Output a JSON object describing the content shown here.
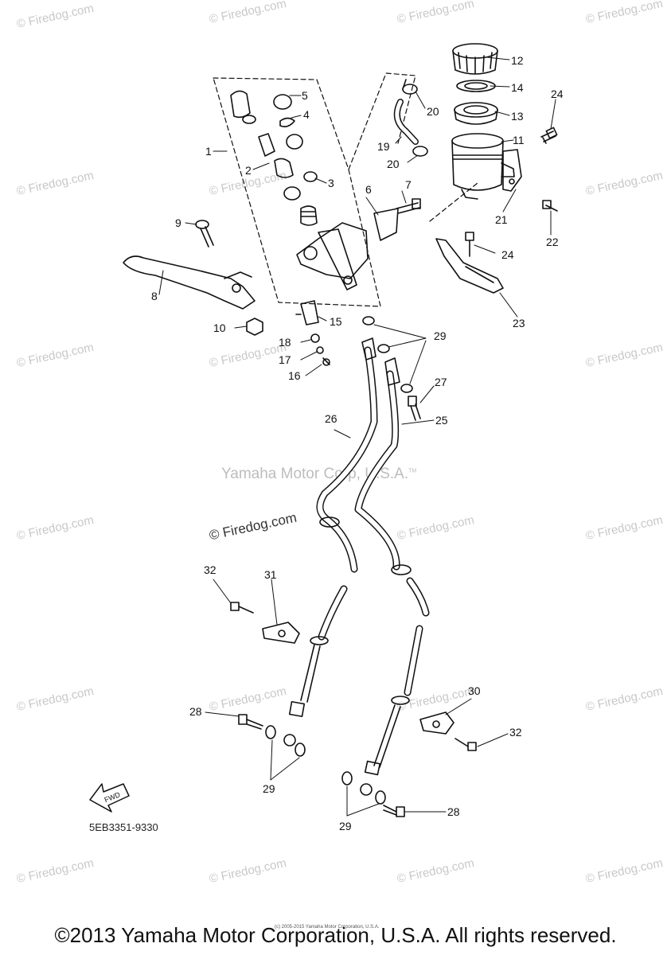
{
  "watermark": "© Firedog.com",
  "watermark_center": "© Firedog.com",
  "corp_text": "Yamaha Motor Corp, U.S.A.",
  "tm": "TM",
  "part_code": "5EB3351-9330",
  "fwd_label": "FWD",
  "tiny_copyright": "(c) 2005-2015 Yamaha Motor Corporation, U.S.A.",
  "footer": "©2013 Yamaha Motor Corporation, U.S.A. All rights reserved.",
  "callouts": {
    "c1": "1",
    "c2": "2",
    "c3": "3",
    "c4": "4",
    "c5": "5",
    "c6": "6",
    "c7": "7",
    "c8": "8",
    "c9": "9",
    "c10": "10",
    "c11": "11",
    "c12": "12",
    "c13": "13",
    "c14": "14",
    "c15": "15",
    "c16": "16",
    "c17": "17",
    "c18": "18",
    "c19": "19",
    "c20a": "20",
    "c20b": "20",
    "c21": "21",
    "c22": "22",
    "c23": "23",
    "c24a": "24",
    "c24b": "24",
    "c25": "25",
    "c26": "26",
    "c27": "27",
    "c28a": "28",
    "c28b": "28",
    "c29a": "29",
    "c29b": "29",
    "c29c": "29",
    "c30": "30",
    "c31": "31",
    "c32a": "32",
    "c32b": "32"
  }
}
